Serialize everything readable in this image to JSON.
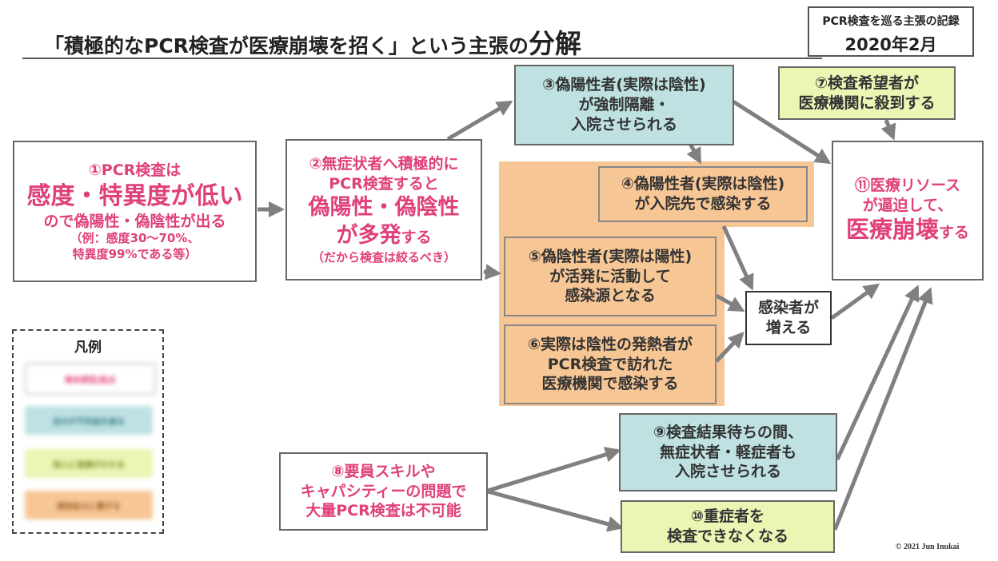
{
  "header": {
    "title": "「積極的なPCR検査が医療崩壊を招く」という主張の",
    "title_emph": "分解",
    "record_label": "PCR検査を巡る主張の記録",
    "record_date": "2020年2月"
  },
  "nodes": {
    "n1": {
      "l1": "①PCR検査は",
      "l2": "感度・特異度が低い",
      "l3": "ので偽陽性・偽陰性が出る",
      "l4": "（例：感度30〜70%、",
      "l5": "特異度99%である等）"
    },
    "n2": {
      "l1": "②無症状者へ積極的に",
      "l2": "PCR検査すると",
      "l3": "偽陽性・偽陰性",
      "l4a": "が多発",
      "l4b": "する",
      "l5": "（だから検査は絞るべき）"
    },
    "n3": {
      "l1": "③偽陽性者(実際は陰性)",
      "l2": "が強制隔離・",
      "l3": "入院させられる"
    },
    "n4": {
      "l1": "④偽陽性者(実際は陰性)",
      "l2": "が入院先で感染する"
    },
    "n5": {
      "l1": "⑤偽陰性者(実際は陽性)",
      "l2": "が活発に活動して",
      "l3": "感染源となる"
    },
    "n6": {
      "l1": "⑥実際は陰性の発熱者が",
      "l2": "PCR検査で訪れた",
      "l3": "医療機関で感染する"
    },
    "n7": {
      "l1": "⑦検査希望者が",
      "l2": "医療機関に殺到する"
    },
    "n8": {
      "l1": "⑧要員スキルや",
      "l2": "キャパシティーの問題で",
      "l3": "大量PCR検査は不可能"
    },
    "n9": {
      "l1": "⑨検査結果待ちの間、",
      "l2": "無症状者・軽症者も",
      "l3": "入院させられる"
    },
    "n10": {
      "l1": "⑩重症者を",
      "l2": "検査できなくなる"
    },
    "n11": {
      "l1": "⑪医療リソース",
      "l2": "が逼迫して、",
      "l3a": "医療崩壊",
      "l3b": "する"
    },
    "infected": {
      "l1": "感染者が",
      "l2": "増える"
    }
  },
  "legend": {
    "title": "凡例",
    "items": [
      "根本原因/起点",
      "自分が不利益を被る",
      "他人に迷惑がかかる",
      "感染拡大に繋がる"
    ]
  },
  "colors": {
    "pink_text": "#e0407a",
    "teal": "#bfe1e2",
    "lime": "#eaf6b4",
    "peach": "#f7c695",
    "arrow": "#808080"
  },
  "copyright": "© 2021 Jun Inukai"
}
